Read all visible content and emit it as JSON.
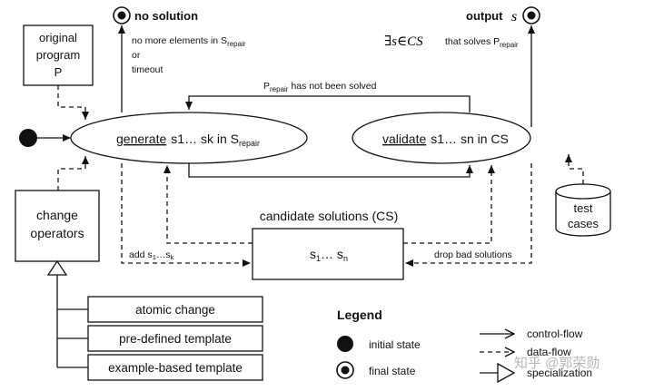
{
  "states": {
    "no_solution": "no solution",
    "output": "output",
    "output_var": "s"
  },
  "notes": {
    "no_more_1": "no more elements in S",
    "no_more_sub": "repair",
    "or": "or",
    "timeout": "timeout",
    "exists_formula": "∃s∈CS",
    "solves": "that solves P",
    "solves_sub": "repair",
    "not_solved": "P",
    "not_solved_sub": "repair",
    "not_solved_rest": "has not been solved"
  },
  "boxes": {
    "original_program": [
      "original",
      "program",
      "P"
    ],
    "change_operators": [
      "change",
      "operators"
    ],
    "test_cases": [
      "test",
      "cases"
    ],
    "candidate_title": "candidate solutions (CS)",
    "candidate_content": "s1… sn",
    "templates": [
      "atomic change",
      "pre-defined template",
      "example-based template"
    ]
  },
  "generate": {
    "word": "generate",
    "rest": "s1… sk in S",
    "sub": "repair"
  },
  "validate": {
    "word": "validate",
    "rest": "s1… sn in CS"
  },
  "edges": {
    "add": "add s1…sk",
    "drop": "drop bad solutions"
  },
  "legend": {
    "title": "Legend",
    "initial": "initial state",
    "final": "final state",
    "control": "control-flow",
    "data": "data-flow",
    "spec": "specialization"
  },
  "watermark": "知乎 @郭荣勋"
}
